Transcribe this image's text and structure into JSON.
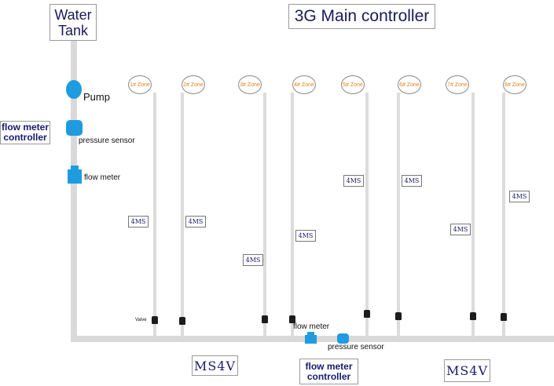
{
  "title": "3G Main controller",
  "water_tank": {
    "line1": "Water",
    "line2": "Tank"
  },
  "left_devices": {
    "pump": "Pump",
    "pressure_sensor": "pressure sensor",
    "flow_meter": "flow meter"
  },
  "left_controller": {
    "line1": "flow meter",
    "line2": "controller"
  },
  "bottom_devices": {
    "flow_meter": "flow meter",
    "pressure_sensor": "pressure sensor",
    "valve": "Valve"
  },
  "bottom_controller": {
    "line1": "flow meter",
    "line2": "controller"
  },
  "ms4v_left": "MS4V",
  "ms4v_right": "MS4V",
  "zones": [
    "1# Zone",
    "2# Zone",
    "3# Zone",
    "4# Zone",
    "5# Zone",
    "6# Zone",
    "7# Zone",
    "8# Zone"
  ],
  "ms_label": "4MS",
  "colors": {
    "device_blue": "#1f9be0",
    "zone_text": "#e0801a",
    "pipe": "#d9d9d9",
    "text_navy": "#1a1a6e"
  }
}
